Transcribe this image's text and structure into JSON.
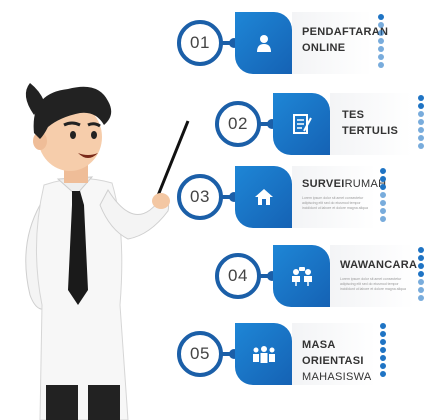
{
  "colors": {
    "accent": "#1b5fa8",
    "tab": "#1e86d6"
  },
  "steps": [
    {
      "num": "01",
      "title_line1": "PENDAFTARAN",
      "title_line2": "ONLINE",
      "description": "",
      "icon": "person-icon"
    },
    {
      "num": "02",
      "title_line1": "TES",
      "title_line2": "TERTULIS",
      "description": "",
      "icon": "test-sheet-icon"
    },
    {
      "num": "03",
      "title_bold": "SURVEI",
      "title_thin": "RUMAH",
      "description": "Lorem ipsum dolor sit amet consectetur adipiscing elit sed do eiusmod tempor incididunt ut labore et dolore magna aliqua",
      "icon": "home-icon"
    },
    {
      "num": "04",
      "title_line1": "WAWANCARA",
      "description": "Lorem ipsum dolor sit amet consectetur adipiscing elit sed do eiusmod tempor incididunt ut labore et dolore magna aliqua",
      "icon": "interview-icon"
    },
    {
      "num": "05",
      "title_line1": "MASA ORIENTASI",
      "title_line2": "MAHASISWA",
      "description": "",
      "icon": "group-icon"
    }
  ]
}
